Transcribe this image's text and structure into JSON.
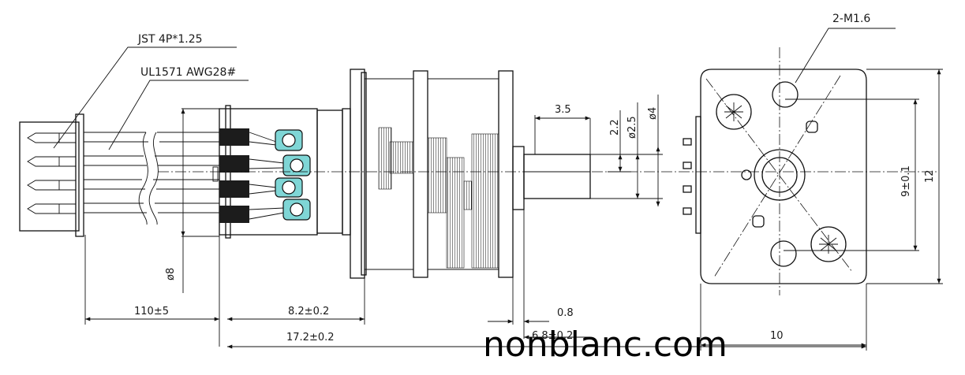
{
  "labels": {
    "connector": "JST 4P*1.25",
    "wire": "UL1571 AWG28#",
    "screws": "2-M1.6"
  },
  "dimensions": {
    "wire_length": "110±5",
    "motor_length": "8.2±0.2",
    "total_length": "17.2±0.2",
    "gearbox_length": "6.8±0.2",
    "flange_thickness": "0.8",
    "shaft_length": "3.5",
    "flat_width": "2.2",
    "shaft_dia": "ø2.5",
    "boss_dia": "ø4",
    "motor_dia": "ø8",
    "hole_spacing": "9±0.1",
    "height": "12",
    "width": "10"
  },
  "watermark": "nonblanc.com",
  "colors": {
    "line": "#111111",
    "terminal": "#7fd6d6",
    "pad": "#1c1c1c"
  }
}
